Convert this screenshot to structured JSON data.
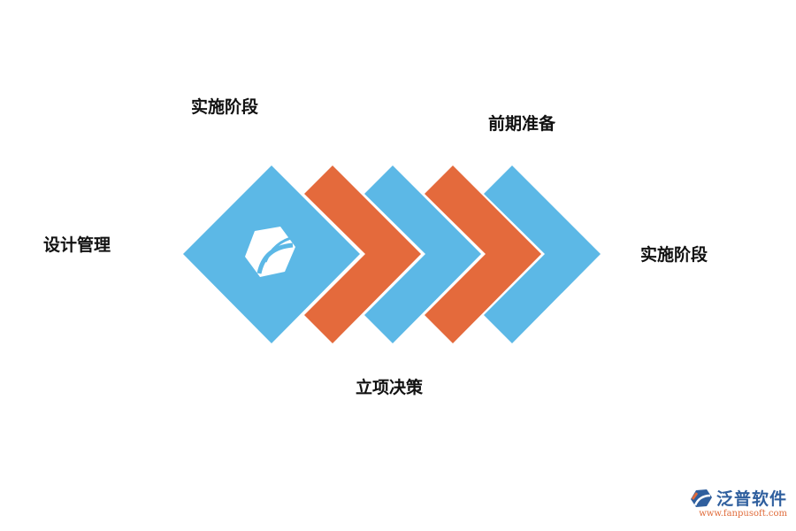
{
  "labels": {
    "top_left": "实施阶段",
    "top_right": "前期准备",
    "left": "设计管理",
    "right": "实施阶段",
    "bottom": "立项决策"
  },
  "colors": {
    "blue": "#5cb8e6",
    "orange": "#e46a3c",
    "white": "#ffffff",
    "brand_blue": "#2f5f9e",
    "brand_orange": "#e06b3a"
  },
  "icons": {
    "center_logo": "fanpu-logo-icon",
    "watermark_logo": "fanpu-logo-icon"
  },
  "watermark": {
    "name": "泛普软件",
    "url": "www.fanpusoft.com"
  }
}
